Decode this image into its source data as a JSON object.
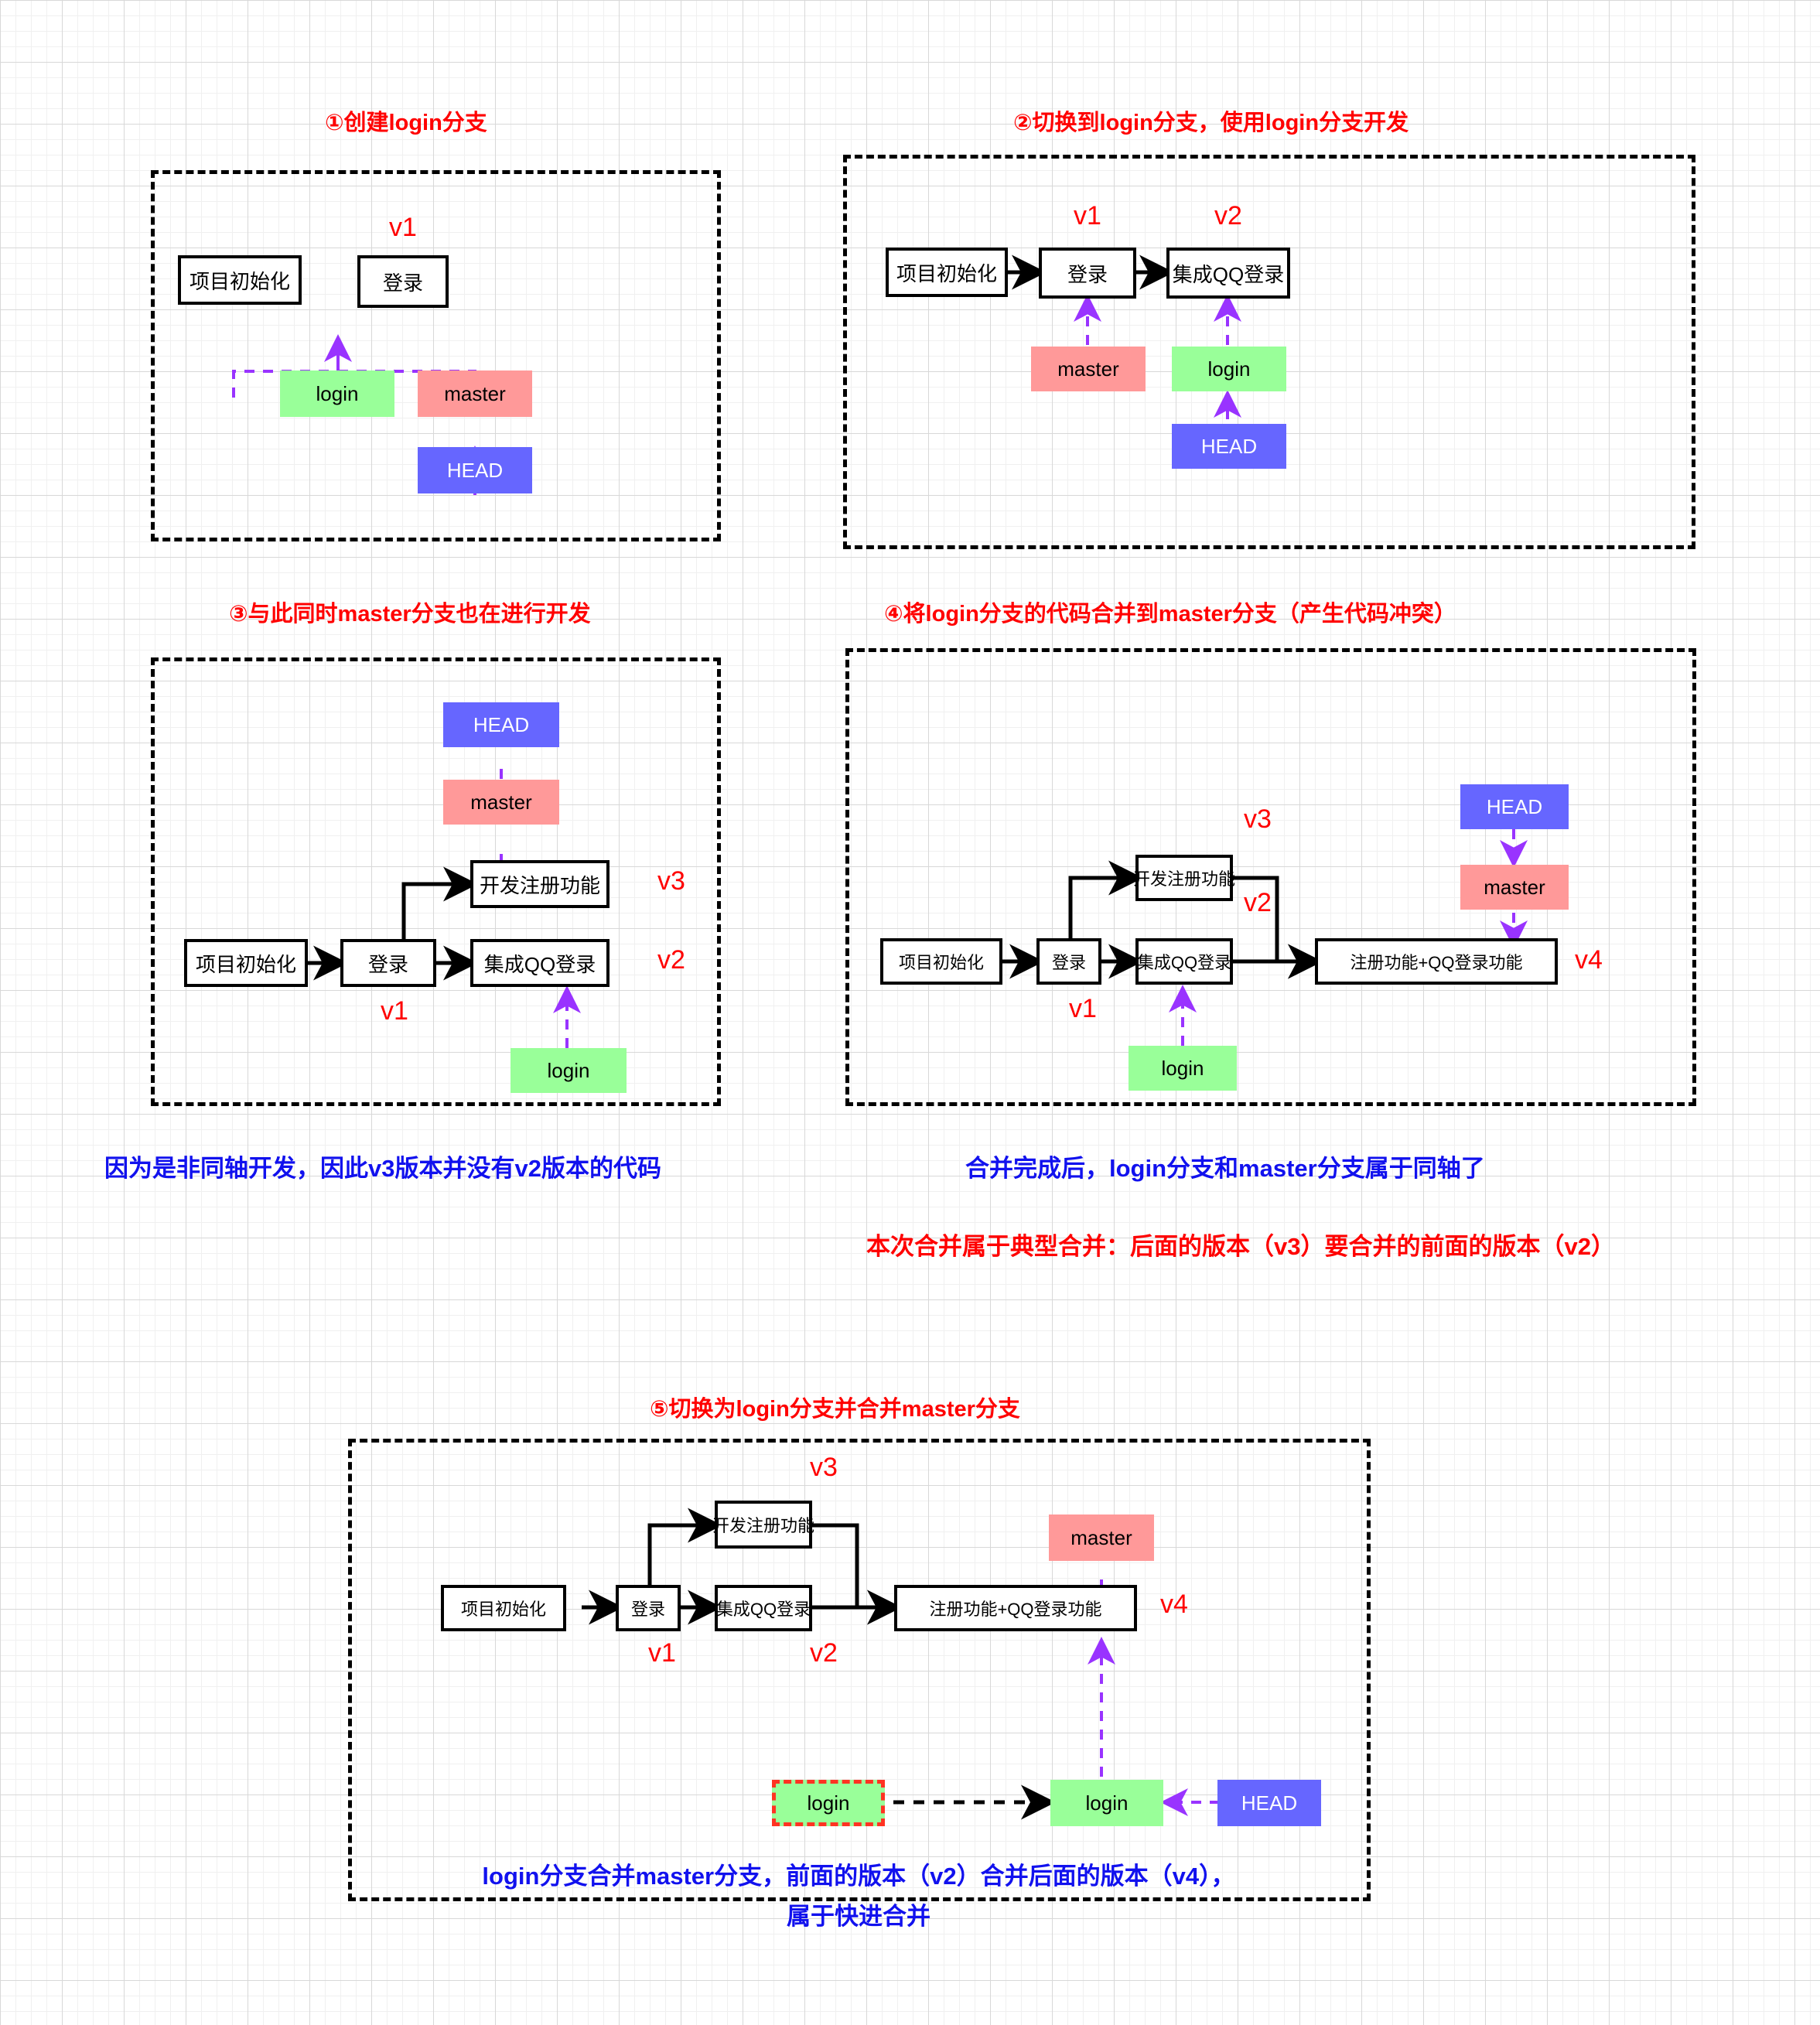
{
  "colors": {
    "accent_red": "#ff0000",
    "note_blue": "#1111ee",
    "branch_green": "#99ff99",
    "branch_red": "#ff9999",
    "head_blue": "#6666ff",
    "arrow_purple": "#9933ff",
    "frame_black": "#000000",
    "highlight_dash_red": "#ff3322"
  },
  "panels": [
    {
      "id": "panel1",
      "title": "①创建login分支",
      "nodes": [
        {
          "name": "项目初始化"
        },
        {
          "name": "登录"
        }
      ],
      "tags": [
        {
          "label": "login",
          "kind": "green"
        },
        {
          "label": "master",
          "kind": "red"
        },
        {
          "label": "HEAD",
          "kind": "blue"
        }
      ],
      "versions": [
        "v1"
      ]
    },
    {
      "id": "panel2",
      "title": "②切换到login分支，使用login分支开发",
      "nodes": [
        {
          "name": "项目初始化"
        },
        {
          "name": "登录"
        },
        {
          "name": "集成QQ登录"
        }
      ],
      "tags": [
        {
          "label": "master",
          "kind": "red"
        },
        {
          "label": "login",
          "kind": "green"
        },
        {
          "label": "HEAD",
          "kind": "blue"
        }
      ],
      "versions": [
        "v1",
        "v2"
      ]
    },
    {
      "id": "panel3",
      "title": "③与此同时master分支也在进行开发",
      "nodes": [
        {
          "name": "项目初始化"
        },
        {
          "name": "登录"
        },
        {
          "name": "集成QQ登录"
        },
        {
          "name": "开发注册功能"
        }
      ],
      "tags": [
        {
          "label": "HEAD",
          "kind": "blue"
        },
        {
          "label": "master",
          "kind": "red"
        },
        {
          "label": "login",
          "kind": "green"
        }
      ],
      "versions": [
        "v1",
        "v2",
        "v3"
      ],
      "caption": "因为是非同轴开发，因此v3版本并没有v2版本的代码"
    },
    {
      "id": "panel4",
      "title": "④将login分支的代码合并到master分支（产生代码冲突）",
      "nodes": [
        {
          "name": "项目初始化"
        },
        {
          "name": "登录"
        },
        {
          "name": "集成QQ登录"
        },
        {
          "name": "开发注册功能"
        },
        {
          "name": "注册功能+QQ登录功能"
        }
      ],
      "tags": [
        {
          "label": "HEAD",
          "kind": "blue"
        },
        {
          "label": "master",
          "kind": "red"
        },
        {
          "label": "login",
          "kind": "green"
        }
      ],
      "versions": [
        "v1",
        "v2",
        "v3",
        "v4"
      ],
      "caption": "合并完成后，login分支和master分支属于同轴了",
      "caption2": "本次合并属于典型合并：后面的版本（v3）要合并的前面的版本（v2）"
    },
    {
      "id": "panel5",
      "title": "⑤切换为login分支并合并master分支",
      "nodes": [
        {
          "name": "项目初始化"
        },
        {
          "name": "登录"
        },
        {
          "name": "集成QQ登录"
        },
        {
          "name": "开发注册功能"
        },
        {
          "name": "注册功能+QQ登录功能"
        }
      ],
      "tags": [
        {
          "label": "master",
          "kind": "red"
        },
        {
          "label": "login",
          "kind": "green"
        },
        {
          "label": "login",
          "kind": "green"
        },
        {
          "label": "HEAD",
          "kind": "blue"
        }
      ],
      "versions": [
        "v1",
        "v2",
        "v3",
        "v4"
      ],
      "caption_line1": "login分支合并master分支，前面的版本（v2）合并后面的版本（v4），",
      "caption_line2": "属于快进合并"
    }
  ],
  "p1": {
    "title": "①创建login分支",
    "n_init": "项目初始化",
    "n_login": "登录",
    "t_login": "login",
    "t_master": "master",
    "t_head": "HEAD",
    "v1": "v1"
  },
  "p2": {
    "title": "②切换到login分支，使用login分支开发",
    "n_init": "项目初始化",
    "n_login": "登录",
    "n_qq": "集成QQ登录",
    "t_master": "master",
    "t_login": "login",
    "t_head": "HEAD",
    "v1": "v1",
    "v2": "v2"
  },
  "p3": {
    "title": "③与此同时master分支也在进行开发",
    "n_init": "项目初始化",
    "n_login": "登录",
    "n_qq": "集成QQ登录",
    "n_reg": "开发注册功能",
    "t_head": "HEAD",
    "t_master": "master",
    "t_login": "login",
    "v1": "v1",
    "v2": "v2",
    "v3": "v3",
    "caption": "因为是非同轴开发，因此v3版本并没有v2版本的代码"
  },
  "p4": {
    "title": "④将login分支的代码合并到master分支（产生代码冲突）",
    "n_init": "项目初始化",
    "n_login": "登录",
    "n_qq": "集成QQ登录",
    "n_reg": "开发注册功能",
    "n_merge": "注册功能+QQ登录功能",
    "t_head": "HEAD",
    "t_master": "master",
    "t_login": "login",
    "v1": "v1",
    "v2": "v2",
    "v3": "v3",
    "v4": "v4",
    "caption": "合并完成后，login分支和master分支属于同轴了",
    "caption2": "本次合并属于典型合并：后面的版本（v3）要合并的前面的版本（v2）"
  },
  "p5": {
    "title": "⑤切换为login分支并合并master分支",
    "n_init": "项目初始化",
    "n_login": "登录",
    "n_qq": "集成QQ登录",
    "n_reg": "开发注册功能",
    "n_merge": "注册功能+QQ登录功能",
    "t_master": "master",
    "t_login_old": "login",
    "t_login_new": "login",
    "t_head": "HEAD",
    "v1": "v1",
    "v2": "v2",
    "v3": "v3",
    "v4": "v4",
    "caption_line1": "login分支合并master分支，前面的版本（v2）合并后面的版本（v4），",
    "caption_line2": "属于快进合并"
  }
}
